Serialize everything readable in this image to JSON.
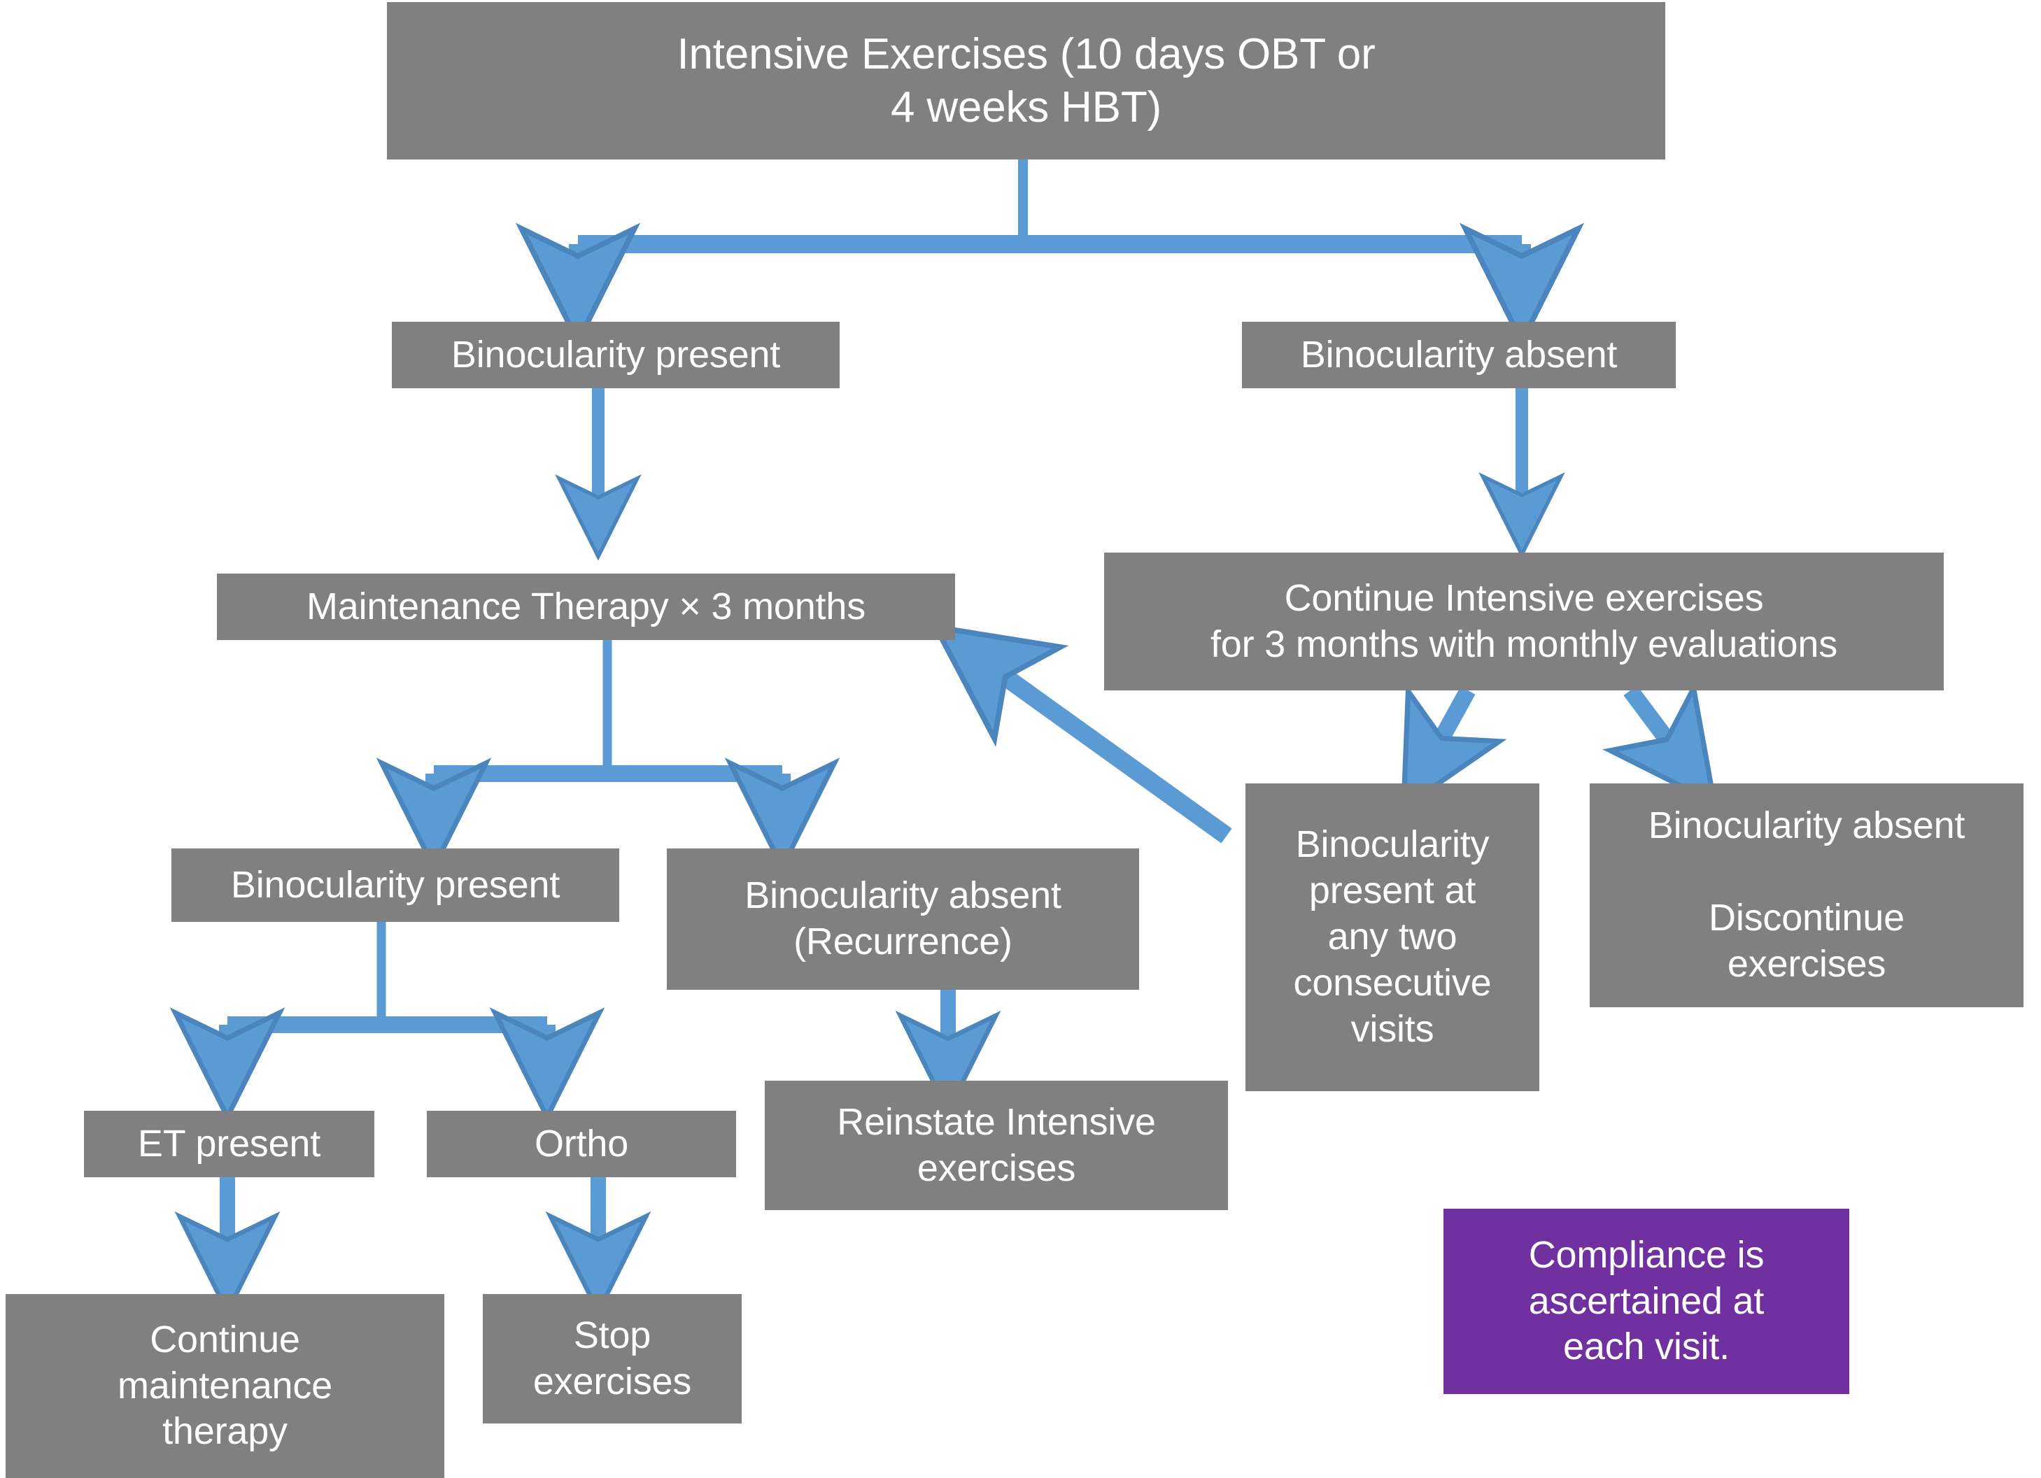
{
  "diagram": {
    "title_node": "Intensive Exercises (10 days OBT or\n4 weeks HBT)",
    "colors": {
      "node_fill": "#808080",
      "note_fill": "#7030A0",
      "connector": "#5B9BD5",
      "node_text": "#FFFFFF",
      "background": "#FFFFFF"
    },
    "nodes": [
      {
        "id": "intensive",
        "label": "Intensive Exercises (10 days OBT or\n4 weeks HBT)"
      },
      {
        "id": "bin_present_1",
        "label": "Binocularity present"
      },
      {
        "id": "bin_absent_1",
        "label": "Binocularity absent"
      },
      {
        "id": "maintenance",
        "label": "Maintenance Therapy × 3 months"
      },
      {
        "id": "continue_intensive",
        "label": "Continue Intensive exercises\nfor 3 months with monthly evaluations"
      },
      {
        "id": "bin_present_2",
        "label": "Binocularity present"
      },
      {
        "id": "bin_absent_rec",
        "label": "Binocularity absent\n(Recurrence)"
      },
      {
        "id": "bin_present_two_visits",
        "label": "Binocularity\npresent at\nany two\nconsecutive\nvisits"
      },
      {
        "id": "bin_absent_disc",
        "label": "Binocularity absent\n\nDiscontinue\nexercises"
      },
      {
        "id": "et_present",
        "label": "ET present"
      },
      {
        "id": "ortho",
        "label": "Ortho"
      },
      {
        "id": "reinstate",
        "label": "Reinstate Intensive\nexercises"
      },
      {
        "id": "continue_maint",
        "label": "Continue\nmaintenance\ntherapy"
      },
      {
        "id": "stop",
        "label": "Stop\nexercises"
      },
      {
        "id": "compliance_note",
        "label": "Compliance is\nascertained at\neach visit."
      }
    ],
    "edges": [
      {
        "from": "intensive",
        "to": "bin_present_1",
        "type": "split-left"
      },
      {
        "from": "intensive",
        "to": "bin_absent_1",
        "type": "split-right"
      },
      {
        "from": "bin_present_1",
        "to": "maintenance",
        "type": "straight-down"
      },
      {
        "from": "bin_absent_1",
        "to": "continue_intensive",
        "type": "straight-down"
      },
      {
        "from": "maintenance",
        "to": "bin_present_2",
        "type": "split-left"
      },
      {
        "from": "maintenance",
        "to": "bin_absent_rec",
        "type": "split-right"
      },
      {
        "from": "continue_intensive",
        "to": "bin_present_two_visits",
        "type": "diagonal-down-left"
      },
      {
        "from": "continue_intensive",
        "to": "bin_absent_disc",
        "type": "diagonal-down-right"
      },
      {
        "from": "bin_present_two_visits",
        "to": "maintenance",
        "type": "diagonal-up-left"
      },
      {
        "from": "bin_present_2",
        "to": "et_present",
        "type": "split-left"
      },
      {
        "from": "bin_present_2",
        "to": "ortho",
        "type": "split-right"
      },
      {
        "from": "bin_absent_rec",
        "to": "reinstate",
        "type": "straight-down"
      },
      {
        "from": "et_present",
        "to": "continue_maint",
        "type": "straight-down"
      },
      {
        "from": "ortho",
        "to": "stop",
        "type": "straight-down"
      }
    ]
  }
}
